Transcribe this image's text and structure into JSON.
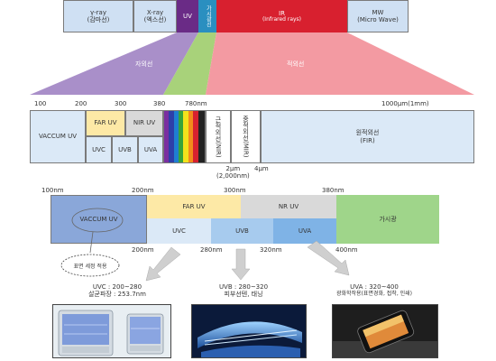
{
  "top_band": {
    "gamma": {
      "line1": "γ-ray",
      "line2": "(감마선)"
    },
    "xray": {
      "line1": "X-ray",
      "line2": "(엑스선)"
    },
    "uv": "UV",
    "visible": "가시광선",
    "ir": {
      "line1": "IR",
      "line2": "(Infrared rays)"
    },
    "mw": {
      "line1": "MW",
      "line2": "(Micro Wave)"
    }
  },
  "fan": {
    "uv_label": "자외선",
    "ir_label": "적외선"
  },
  "scale": {
    "ticks": [
      "100",
      "200",
      "300",
      "380",
      "780nm",
      "1000μm(1mm)"
    ],
    "below_ticks": [
      {
        "line1": "2μm",
        "line2": "(2,000nm)"
      },
      {
        "line1": "4μm",
        "line2": ""
      }
    ]
  },
  "spectrum_bar": {
    "vaccum": "VACCUM UV",
    "far_uv": "FAR UV",
    "nir_uv": "NIR UV",
    "uvc": "UVC",
    "uvb": "UVB",
    "uva": "UVA",
    "near_ir": "근적외선(NIR)",
    "mid_ir": "중적외선(MIR)",
    "far_ir": {
      "line1": "원적외선",
      "line2": "(FIR)"
    }
  },
  "detail": {
    "top_ticks": [
      "100nm",
      "200nm",
      "300nm",
      "380nm"
    ],
    "bottom_ticks": [
      "200nm",
      "280nm",
      "320nm",
      "400nm"
    ],
    "vaccum": "VACCUM UV",
    "far_uv": "FAR UV",
    "nr_uv": "NR UV",
    "visible": "가시광",
    "uvc": "UVC",
    "uvb": "UVB",
    "uva": "UVA"
  },
  "surface_note": "표면 세정 적용",
  "applications": [
    {
      "line1": "UVC : 200~280",
      "line2": "살균파장 : 253.7nm"
    },
    {
      "line1": "UVB : 280~320",
      "line2": "피부선텐, 태닝"
    },
    {
      "line1": "UVA : 320~400",
      "line2": "광화학작용(표면경화, 접착, 인쇄)"
    }
  ],
  "colors": {
    "gamma": "#cfe0f3",
    "uv_band": "#6a2b86",
    "visible_band": "#2a8fc0",
    "ir_band": "#d8202f",
    "fan_uv": "#a98fc9",
    "fan_vis": "#a8d27a",
    "fan_ir": "#f39aa2",
    "vaccum": "#8aa7d9",
    "far_uv": "#fde9a6",
    "nir_uv": "#d9d9d9",
    "uv_light": "#dbe9f7",
    "uvb": "#a7cbee",
    "uva": "#7fb3e6",
    "visible_detail": "#9fd58a"
  }
}
